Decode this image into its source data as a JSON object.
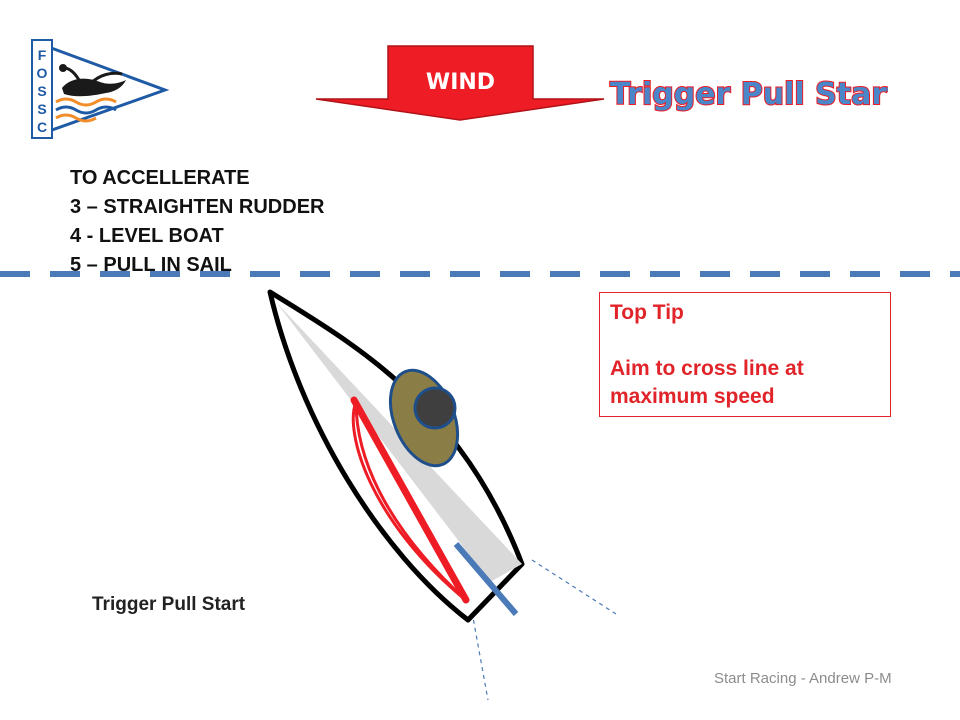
{
  "logo": {
    "letters": [
      "F",
      "O",
      "S",
      "S",
      "C"
    ],
    "icon": "goose-pennant-icon"
  },
  "wind": {
    "label": "WIND",
    "color": "#ee1c24"
  },
  "title": {
    "text": "Trigger Pull Start",
    "fill": "#4a86c8",
    "outline": "#ee1c24"
  },
  "instructions": {
    "heading": "TO ACCELLERATE",
    "steps": [
      "3 – STRAIGHTEN RUDDER",
      "4 - LEVEL BOAT",
      "5 – PULL IN SAIL"
    ]
  },
  "start_line": {
    "color": "#4a7ab8",
    "style": "dashed"
  },
  "top_tip": {
    "title": "Top Tip",
    "body": "Aim to cross line at maximum speed",
    "color": "#e0242a"
  },
  "caption": "Trigger Pull Start",
  "footer": "Start Racing - Andrew P-M",
  "boat": {
    "hull_color": "#ffffff",
    "sail_color": "#d9d9d9",
    "mainsheet_color": "#ee1c24",
    "crew_body_color": "#8b7d46",
    "crew_head_color": "#3f3f3f",
    "rudder_color": "#4a7ab8"
  }
}
